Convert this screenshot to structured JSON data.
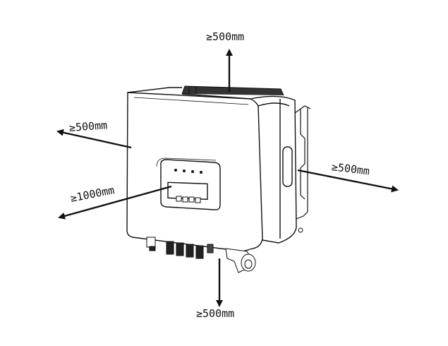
{
  "clearances": {
    "top": "≥500mm",
    "bottom": "≥500mm",
    "left": "≥500mm",
    "right": "≥500mm",
    "front": "≥1000mm"
  },
  "colors": {
    "line": "#111111",
    "background": "#ffffff"
  }
}
